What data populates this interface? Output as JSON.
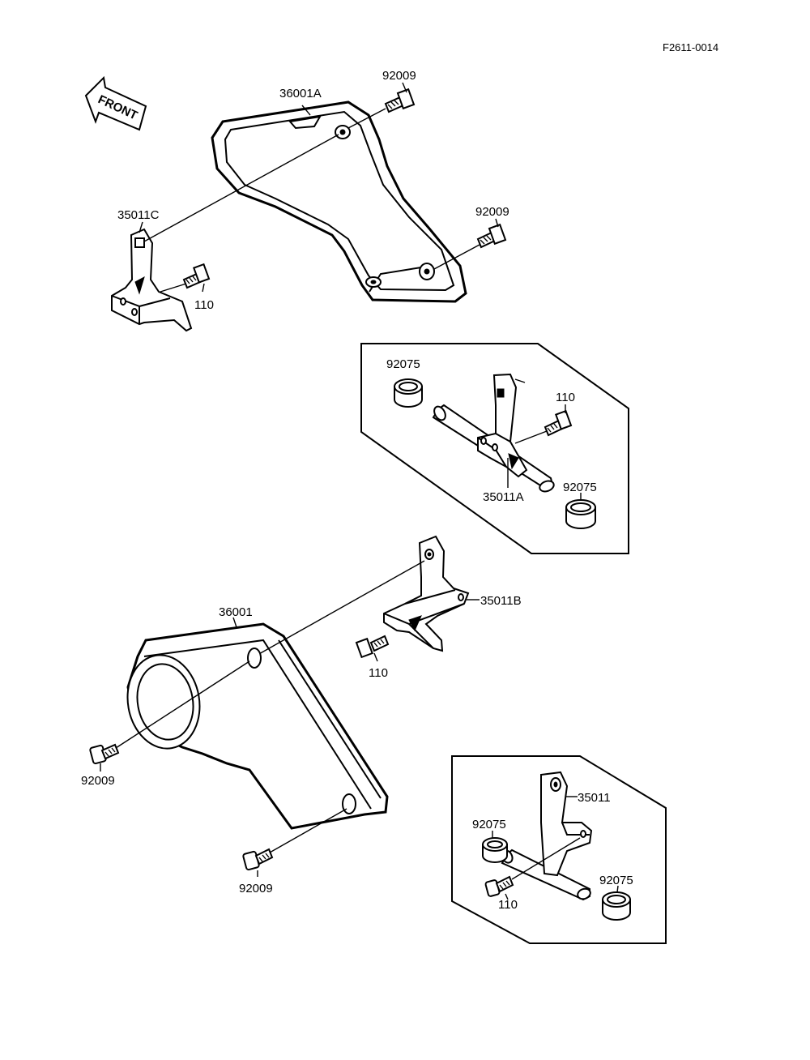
{
  "diagram_id": "F2611-0014",
  "front_label": "FRONT",
  "labels": {
    "guard_upper": "36001A",
    "bolt_upper_a": "92009",
    "bolt_upper_b": "92009",
    "bracket_upper": "35011C",
    "bolt_upper_bracket": "110",
    "inset_a_collar_1": "92075",
    "inset_a_bolt": "110",
    "inset_a_bracket": "35011A",
    "inset_a_collar_2": "92075",
    "bracket_lower": "35011B",
    "guard_lower": "36001",
    "bolt_lower_bracket": "110",
    "bolt_lower_a": "92009",
    "bolt_lower_b": "92009",
    "inset_b_bracket": "35011",
    "inset_b_collar_1": "92075",
    "inset_b_bolt": "110",
    "inset_b_collar_2": "92075"
  }
}
